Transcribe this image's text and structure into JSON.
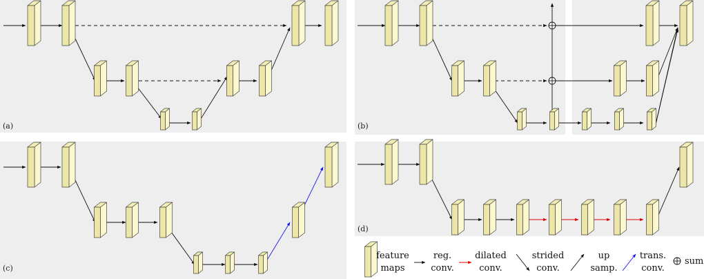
{
  "panels": [
    {
      "id": "a",
      "label": "(a)"
    },
    {
      "id": "b",
      "label": "(b)"
    },
    {
      "id": "c",
      "label": "(c)"
    },
    {
      "id": "d",
      "label": "(d)"
    }
  ],
  "legend": {
    "feature_maps": [
      "feature",
      "maps"
    ],
    "reg_conv": [
      "reg.",
      "conv."
    ],
    "dilated_conv": [
      "dilated",
      "conv."
    ],
    "strided_conv": [
      "strided",
      "conv."
    ],
    "up_samp": [
      "up",
      "samp."
    ],
    "trans_conv": [
      "trans.",
      "conv."
    ],
    "sum": "sum"
  },
  "colors": {
    "panel_bg": "#eeeeee",
    "block_fill": "#fbf8cf",
    "block_stroke": "#444444",
    "arrow": "#111111",
    "dilated": "#e00000",
    "transposed": "#1a1aee"
  }
}
